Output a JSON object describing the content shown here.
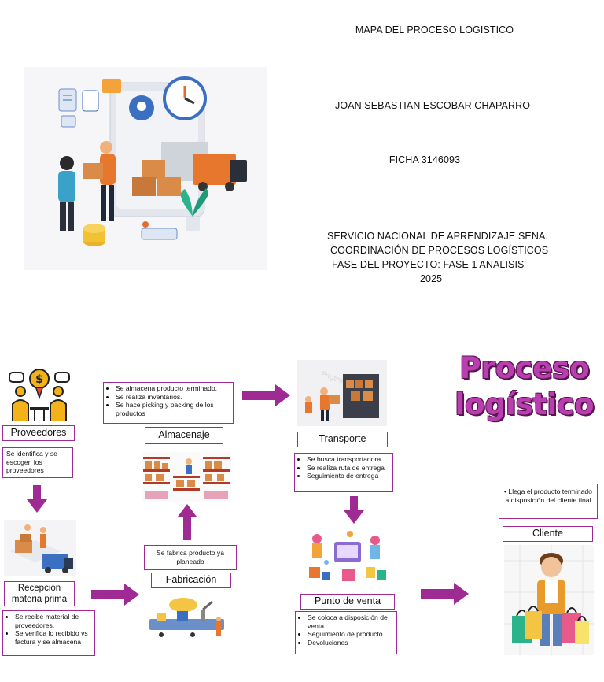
{
  "header": {
    "title": "MAPA DEL PROCESO LOGISTICO",
    "author": "JOAN SEBASTIAN ESCOBAR CHAPARRO",
    "ficha": "FICHA 3146093",
    "institution": "SERVICIO NACIONAL DE APRENDIZAJE SENA.",
    "coordination": "COORDINACIÓN DE PROCESOS LOGÍSTICOS",
    "phase": "FASE DEL PROYECTO: FASE 1 ANALISIS",
    "year": "2025"
  },
  "diagram": {
    "title_line1": "Proceso",
    "title_line2": "logístico",
    "accent_color": "#a02a94",
    "stages": {
      "proveedores": {
        "label": "Proveedores",
        "note": "Se identifica y se escogen los proveedores"
      },
      "recepcion": {
        "label_line1": "Recepción",
        "label_line2": "materia prima",
        "notes": [
          "Se recibe material de proveedores.",
          "Se verifica lo recibido vs factura y se almacena"
        ]
      },
      "fabricacion": {
        "label": "Fabricación",
        "note": "Se fabrica producto ya planeado"
      },
      "almacenaje": {
        "label": "Almacenaje",
        "notes": [
          "Se almacena producto terminado.",
          "Se realiza inventarios.",
          "Se hace picking y packing de los productos"
        ]
      },
      "transporte": {
        "label": "Transporte",
        "notes": [
          "Se busca transportadora",
          "Se realiza ruta de entrega",
          "Seguimiento de entrega"
        ]
      },
      "punto_venta": {
        "label": "Punto de venta",
        "notes": [
          "Se coloca a disposición de venta",
          "Seguimiento de producto",
          "Devoluciones"
        ]
      },
      "cliente": {
        "label": "Cliente",
        "note": "Llega el producto terminado a disposición del cliente final"
      }
    },
    "watermark": "Pngtree"
  }
}
